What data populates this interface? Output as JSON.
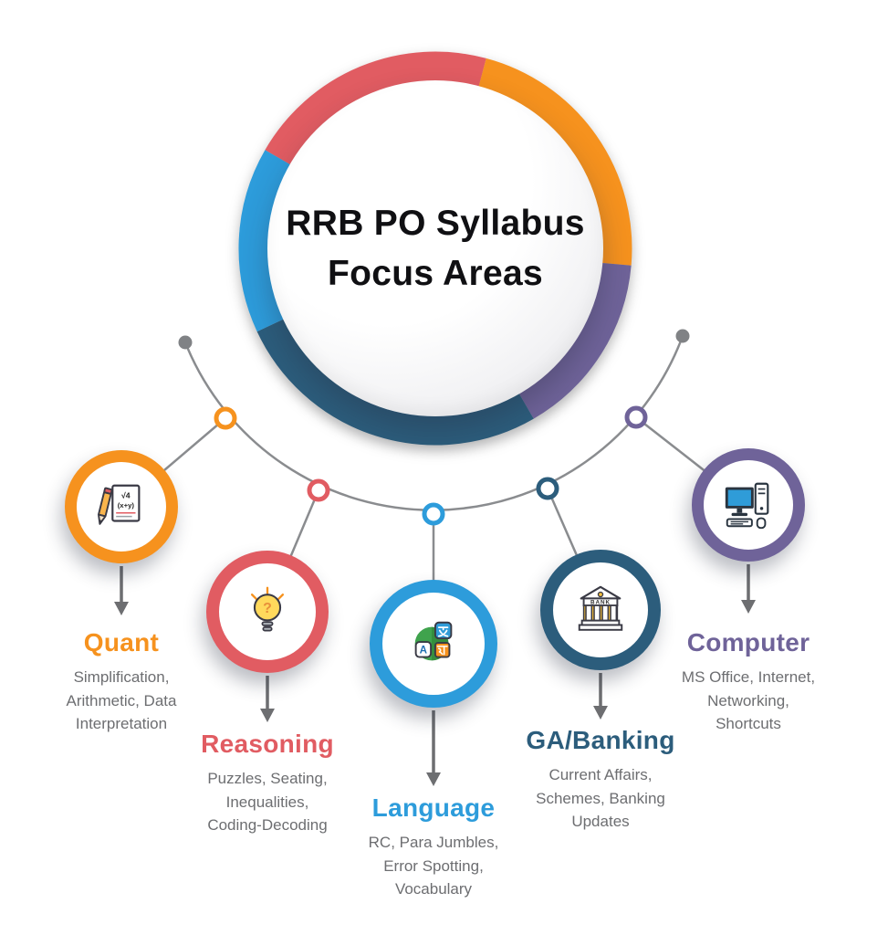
{
  "title": {
    "line1": "RRB PO Syllabus",
    "line2": "Focus Areas"
  },
  "segments": [
    {
      "name": "red-segment",
      "color": "#E15C62"
    },
    {
      "name": "orange-segment",
      "color": "#F6921E"
    },
    {
      "name": "purple-segment",
      "color": "#6F6399"
    },
    {
      "name": "teal-segment",
      "color": "#2C5D7C"
    },
    {
      "name": "blue-segment",
      "color": "#2D9CDB"
    }
  ],
  "nodes": [
    {
      "id": "quant",
      "label": "Quant",
      "color": "#F6921E",
      "icon": "math-sheet-pencil-icon",
      "description": "Simplification,\nArithmetic, Data\nInterpretation"
    },
    {
      "id": "reasoning",
      "label": "Reasoning",
      "color": "#E15C62",
      "icon": "lightbulb-question-icon",
      "description": "Puzzles, Seating,\nInequalities,\nCoding-Decoding"
    },
    {
      "id": "language",
      "label": "Language",
      "color": "#2D9CDB",
      "icon": "translation-globe-icon",
      "description": "RC, Para Jumbles,\nError Spotting,\nVocabulary"
    },
    {
      "id": "ga_banking",
      "label": "GA/Banking",
      "color": "#2C5D7C",
      "icon": "bank-building-icon",
      "description": "Current Affairs,\nSchemes, Banking\nUpdates"
    },
    {
      "id": "computer",
      "label": "Computer",
      "color": "#6F6399",
      "icon": "desktop-computer-icon",
      "description": "MS Office, Internet,\nNetworking,\nShortcuts"
    }
  ],
  "icon_text": {
    "quant_formula_1": "√4",
    "quant_formula_2": "(x+y)",
    "reasoning_question_mark": "?",
    "language_latin_letter": "A",
    "language_hindi_letter": "अ",
    "language_cjk_letter": "文",
    "bank_sign": "BANK"
  },
  "connector_color": "#8A8C8F",
  "arrow_color": "#6D6E71",
  "text_color": "#6D6E71"
}
